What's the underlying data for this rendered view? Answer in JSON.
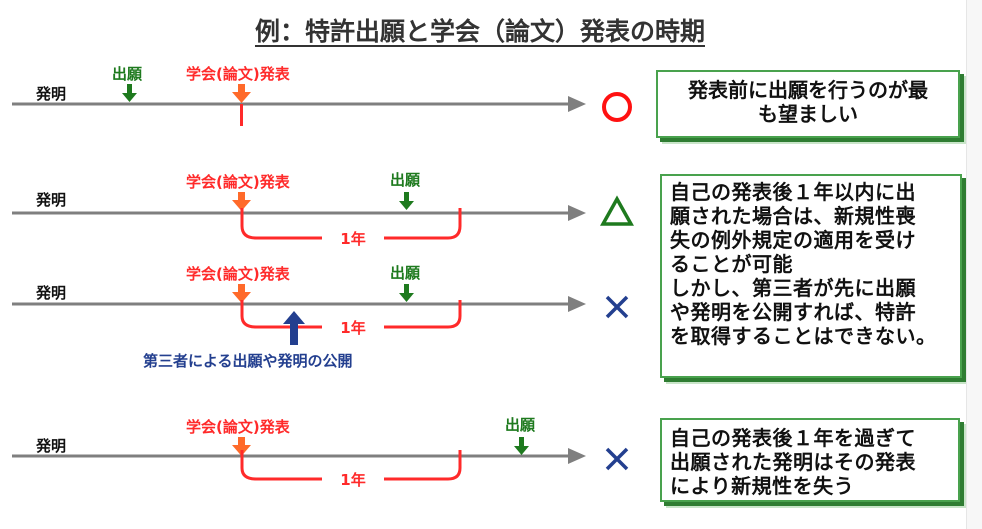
{
  "title": "例：特許出願と学会（論文）発表の時期",
  "colors": {
    "timeline": "#7f7f7f",
    "presentation": "#ff2a2a",
    "presentation_arrow": "#ff6a2a",
    "filing": "#1e7a1e",
    "third_party": "#233f8f",
    "circle": "#ff1111",
    "triangle": "#1e7a1e",
    "cross": "#233f8f",
    "box_border": "#49a24d"
  },
  "rows": [
    {
      "invention_label": "発明",
      "presentation_label": "学会(論文)発表",
      "filing_label": "出願",
      "period_label": "",
      "result_symbol": "circle-icon"
    },
    {
      "invention_label": "発明",
      "presentation_label": "学会(論文)発表",
      "filing_label": "出願",
      "period_label": "1年",
      "result_symbol": "triangle-icon"
    },
    {
      "invention_label": "発明",
      "presentation_label": "学会(論文)発表",
      "filing_label": "出願",
      "period_label": "1年",
      "third_party_label": "第三者による出願や発明の公開",
      "result_symbol": "cross-icon"
    },
    {
      "invention_label": "発明",
      "presentation_label": "学会(論文)発表",
      "filing_label": "出願",
      "period_label": "1年",
      "result_symbol": "cross-icon"
    }
  ],
  "notes": [
    "発表前に出願を行うのが最\nも望ましい",
    "自己の発表後１年以内に出\n願された場合は、新規性喪\n失の例外規定の適用を受け\nることが可能\nしかし、第三者が先に出願\nや発明を公開すれば、特許\nを取得することはできない。",
    "自己の発表後１年を過ぎて\n出願された発明はその発表\nにより新規性を失う"
  ]
}
